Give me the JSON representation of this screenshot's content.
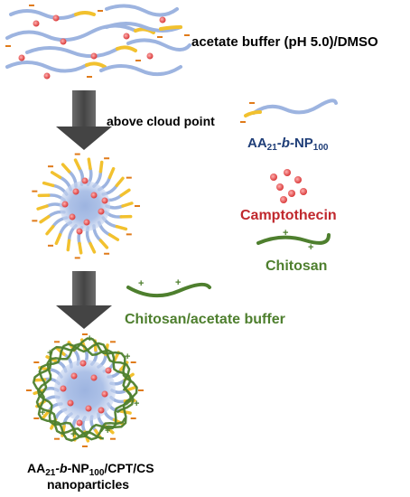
{
  "labels": {
    "solvent": "acetate buffer (pH 5.0)/DMSO",
    "cloud_point": "above cloud point",
    "camptothecin": "Camptothecin",
    "chitosan": "Chitosan",
    "chitosan_buffer": "Chitosan/acetate buffer",
    "legend_polymer": {
      "a": "AA",
      "n1": "21",
      "b": "-b-",
      "c": "NP",
      "n2": "100"
    },
    "final_product": {
      "a": "AA",
      "n1": "21",
      "b": "-b-",
      "c": "NP",
      "n2": "100",
      "d": "/CPT/CS",
      "line2": "nanoparticles"
    },
    "minus": "−",
    "plus": "+"
  },
  "colors": {
    "polymer_blue": "#9DB4E0",
    "polymer_yellow": "#F2C12E",
    "drug_red": "#E05555",
    "chitosan_green": "#4E7F2E",
    "arrow_gray": "#555555",
    "text_blue": "#1F3E78",
    "text_red": "#C0282D",
    "text_green": "#4E7F2E",
    "minus_orange": "#E07B1A"
  }
}
